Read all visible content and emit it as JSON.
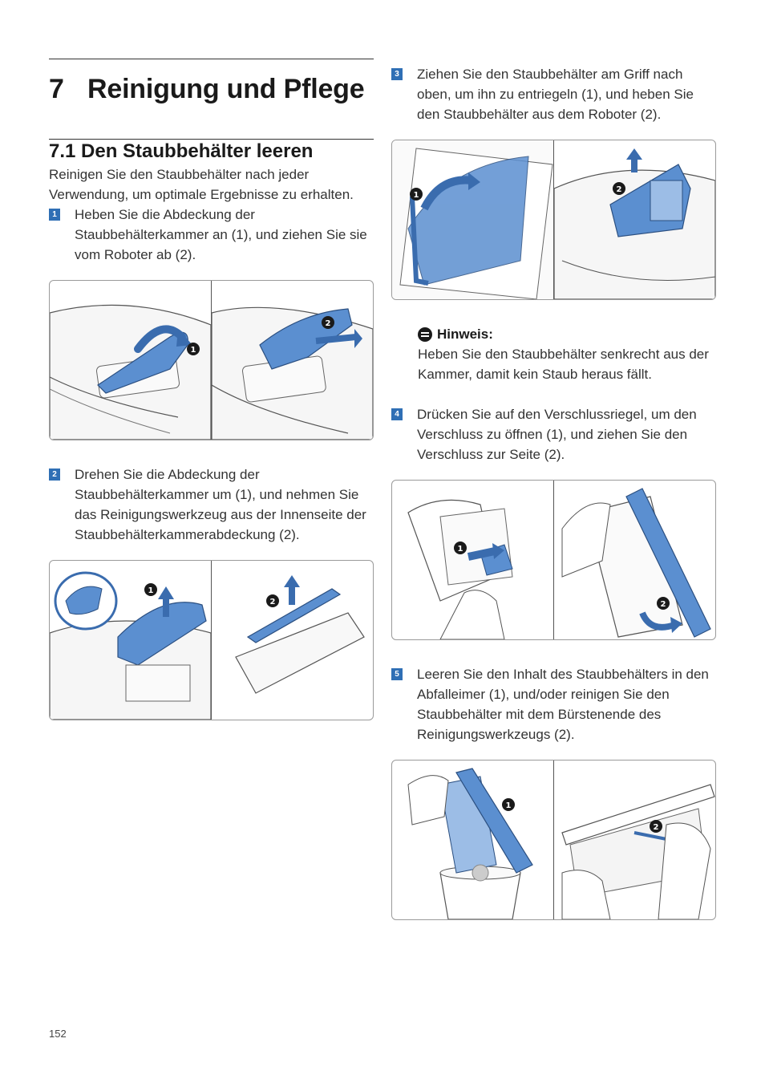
{
  "chapter": {
    "number": "7",
    "title": "Reinigung und Pflege"
  },
  "section": {
    "title": "7.1 Den Staubbehälter leeren"
  },
  "intro": "Reinigen Sie den Staubbehälter nach jeder Verwendung, um optimale Ergebnisse zu erhalten.",
  "steps": [
    {
      "number": "1",
      "text": "Heben Sie die Abdeckung der Staubbehälterkammer an (1), und ziehen Sie sie vom Roboter ab (2)."
    },
    {
      "number": "2",
      "text": "Drehen Sie die Abdeckung der Staubbehälterkammer um (1), und nehmen Sie das Reinigungswerkzeug aus der Innenseite der Staubbehälterkammerabdeckung (2)."
    },
    {
      "number": "3",
      "text": "Ziehen Sie den Staubbehälter am Griff nach oben, um ihn zu entriegeln (1), und heben Sie den Staubbehälter aus dem Roboter (2)."
    },
    {
      "number": "4",
      "text": "Drücken Sie auf den Verschlussriegel, um den Verschluss zu öffnen (1), und ziehen Sie den Verschluss zur Seite (2)."
    },
    {
      "number": "5",
      "text": "Leeren Sie den Inhalt des Staubbehälters in den Abfalleimer (1), und/oder reinigen Sie den Staubbehälter mit dem Bürstenende des Reinigungswerkzeugs (2)."
    }
  ],
  "note": {
    "title": "Hinweis:",
    "text": "Heben Sie den Staubbehälter senkrecht aus der Kammer, damit kein Staub heraus fällt.",
    "icon": "note-icon"
  },
  "callouts": {
    "one": "1",
    "two": "2"
  },
  "page_number": "152",
  "colors": {
    "accent": "#2f6fb5",
    "part_blue": "#5b8fd0",
    "text": "#333333"
  }
}
